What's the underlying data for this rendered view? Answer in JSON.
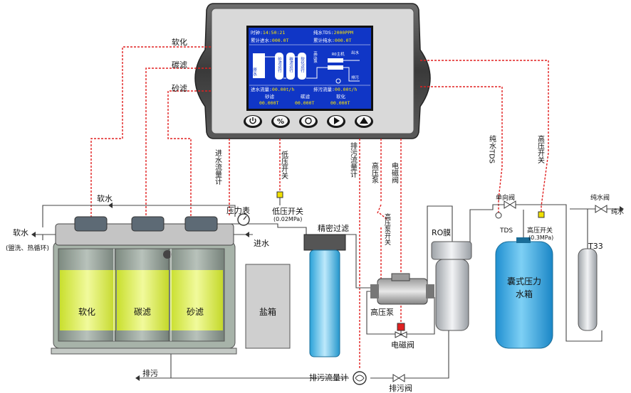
{
  "screen": {
    "time_label": "时钟",
    "time_value": "14:50:21",
    "tds_label": "纯水TDS",
    "tds_value": "2000PPM",
    "cum_in_label": "累计进水",
    "cum_in_value": "000.0T",
    "cum_pure_label": "累计纯水",
    "cum_pure_value": "000.0T",
    "tank_label": "原水",
    "stage1": "砂滤运行",
    "stage2": "碳滤运行",
    "stage3": "软化运行",
    "pump_label": "高压泵",
    "ro_label": "RO主机",
    "out_label": "出水",
    "drain_label": "排污",
    "in_flow_label": "进水流量",
    "in_flow_value": "00.00t/h",
    "drain_flow_label": "排污流量",
    "drain_flow_value": "00.00t/h",
    "sand_label": "砂滤",
    "sand_value": "00.000T",
    "carbon_label": "碳滤",
    "carbon_value": "00.000T",
    "soft_label": "软化",
    "soft_value": "00.000T"
  },
  "buttons": [
    "power",
    "percent",
    "settings",
    "play",
    "up"
  ],
  "labels": {
    "soften": "软化",
    "carbon": "碳滤",
    "sand": "砂滤",
    "inflow_meter": "进水流量计",
    "low_pressure_switch_v": "低压开关",
    "drain_flow_meter_v": "排污流量计",
    "hp_pump_v": "高压泵",
    "solenoid_v": "电磁阀",
    "pure_tds_v": "纯水TDS",
    "high_pressure_switch_v": "高压开关",
    "soft_water_top": "软水",
    "soft_water_left": "软水",
    "backwash_note": "(盟洗、热循环)",
    "pressure_gauge": "压力表",
    "water_in": "进水",
    "low_pressure_switch": "低压开关",
    "low_pressure_value": "(0.02MPa)",
    "precision_filter": "精密过滤",
    "hp_pump_switch": "高压泵开关",
    "ro_membrane": "RO膜",
    "check_valve": "单向阀",
    "tds": "TDS",
    "high_pressure_switch": "高压开关",
    "high_pressure_value": "(0.3MPa)",
    "pure_valve": "纯水阀",
    "pure_water": "纯水",
    "t33": "T33",
    "bladder_tank": "囊式压力水箱",
    "bladder_tank_l1": "囊式压力",
    "bladder_tank_l2": "水箱",
    "tank_soft": "软化",
    "tank_carbon": "碳滤",
    "tank_sand": "砂滤",
    "salt_box": "盐箱",
    "hp_pump": "高压泵",
    "solenoid": "电磁阀",
    "drain_left": "排污",
    "drain_flow_meter": "排污流量计",
    "drain_valve": "排污阀"
  }
}
